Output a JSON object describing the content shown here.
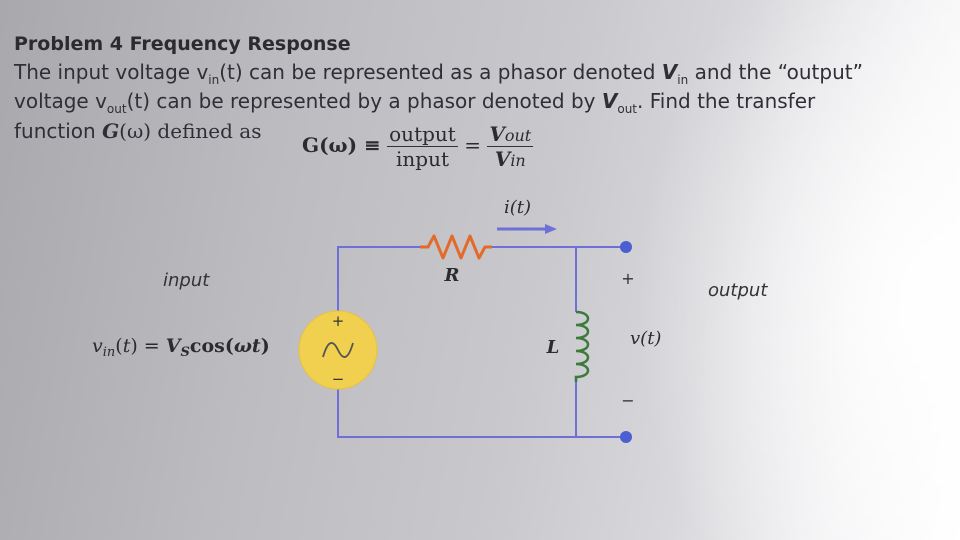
{
  "problem": {
    "title": "Problem 4  Frequency Response",
    "line1": {
      "a": "The input voltage v",
      "a_sub": "in",
      "b": "(t) can be represented as a phasor denoted ",
      "c": "V",
      "c_sub": "in",
      "d": " and the “output”"
    },
    "line2": {
      "a": "voltage v",
      "a_sub": "out",
      "b": "(t) can be represented by a phasor denoted by ",
      "c": "V",
      "c_sub": "out",
      "d": ".  Find the transfer"
    },
    "line3": {
      "a": "function ",
      "b": "G",
      "c": "(ω) defined as"
    }
  },
  "equation": {
    "lhs": "G(ω) ≡",
    "frac1_num": "output",
    "frac1_den": "input",
    "equals": "=",
    "frac2_num": "V",
    "frac2_num_sub": "out",
    "frac2_den": "V",
    "frac2_den_sub": "in"
  },
  "circuit": {
    "current_label": "i(t)",
    "resistor_label": "R",
    "inductor_label": "L",
    "input_label": "input",
    "output_label": "output",
    "source_equation": "v_in(t) = V_S cos(ωt)",
    "source_plus": "+",
    "source_minus": "−",
    "out_plus": "+",
    "out_minus": "−",
    "out_voltage": "v(t)",
    "wire_color": "#6f6fd8",
    "resistor_color": "#e36a2a",
    "source_color": "#f2d04f",
    "terminal_color": "#4b5fd0"
  }
}
